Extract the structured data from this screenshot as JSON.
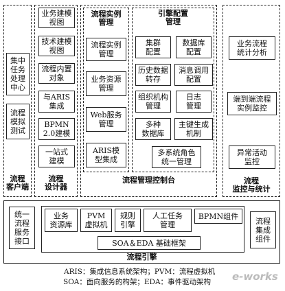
{
  "columns": {
    "client": {
      "label": "流程\n客户端",
      "items": [
        "集中\n任务\n处理\n中心",
        "流程\n模拟\n测试"
      ]
    },
    "designer": {
      "label": "流程\n设计器",
      "items": [
        "业务建模\n视图",
        "技术建模\n视图",
        "流程内置\n对象",
        "与ARIS\n集成",
        "BPMN\n2.0建模",
        "一站式\n建模"
      ]
    },
    "console": {
      "label": "流程管理控制台",
      "instance_title": "流程实例\n管理",
      "instance_items": [
        "流程实例\n管理",
        "业务资源\n管理",
        "Web服务\n管理",
        "ARIS模\n型集成"
      ],
      "engine_title": "引擎配置\n管理",
      "engine_items": [
        "集群\n配置",
        "数据库\n配置",
        "历史数据\n转存",
        "消息调用\n配置",
        "组织机构\n管理",
        "日志\n管理",
        "多种\n数据库",
        "主键生成\n机制",
        "多系统角色\n统一管理"
      ]
    },
    "monitor": {
      "label": "流程\n监控与统计",
      "items": [
        "业务流程\n统计分析",
        "端到端流程\n实例监控",
        "异常活动\n监控"
      ]
    }
  },
  "engine": {
    "label": "流程引擎",
    "left": "统一\n流程\n服务\n接口",
    "right": "流程\n集成\n组件",
    "items": [
      "业务\n资源库",
      "PVM\n虚拟机",
      "规则\n引擎",
      "人工任务\n管理",
      "BPMN组件"
    ],
    "framework": "SOA＆EDA 基础框架"
  },
  "legend": [
    "ARIS：集成信息系统架构；PVM：流程虚拟机",
    "SOA：面向服务的构架；EDA：事件驱动架构"
  ],
  "watermark": "e-works"
}
